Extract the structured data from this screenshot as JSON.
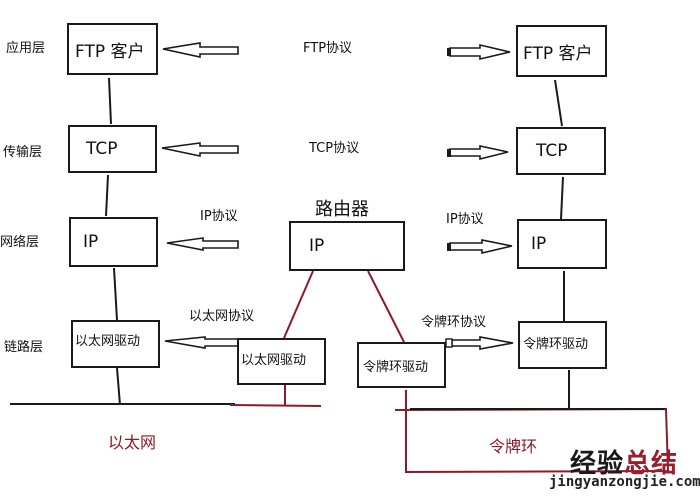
{
  "layers": {
    "application": "应用层",
    "transport": "传输层",
    "network": "网络层",
    "link": "链路层"
  },
  "left_host": {
    "ftp": "FTP 客户",
    "tcp": "TCP",
    "ip": "IP",
    "eth_driver": "以太网驱动"
  },
  "right_host": {
    "ftp": "FTP 客户",
    "tcp": "TCP",
    "ip": "IP",
    "token_driver": "令牌环驱动"
  },
  "router": {
    "title": "路由器",
    "ip": "IP",
    "eth_driver": "以太网驱动",
    "token_driver": "令牌环驱动"
  },
  "protocols": {
    "ftp": "FTP协议",
    "tcp": "TCP协议",
    "ip_left": "IP协议",
    "ip_right": "IP协议",
    "ethernet": "以太网协议",
    "token_ring": "令牌环协议"
  },
  "networks": {
    "ethernet": "以太网",
    "token_ring": "令牌环"
  },
  "colors": {
    "line": "#1a1a1a",
    "network_red": "#8b1a2b"
  },
  "watermark": {
    "part1": "经验",
    "part2": "总结",
    "url": "jingyanzongjie.com"
  }
}
